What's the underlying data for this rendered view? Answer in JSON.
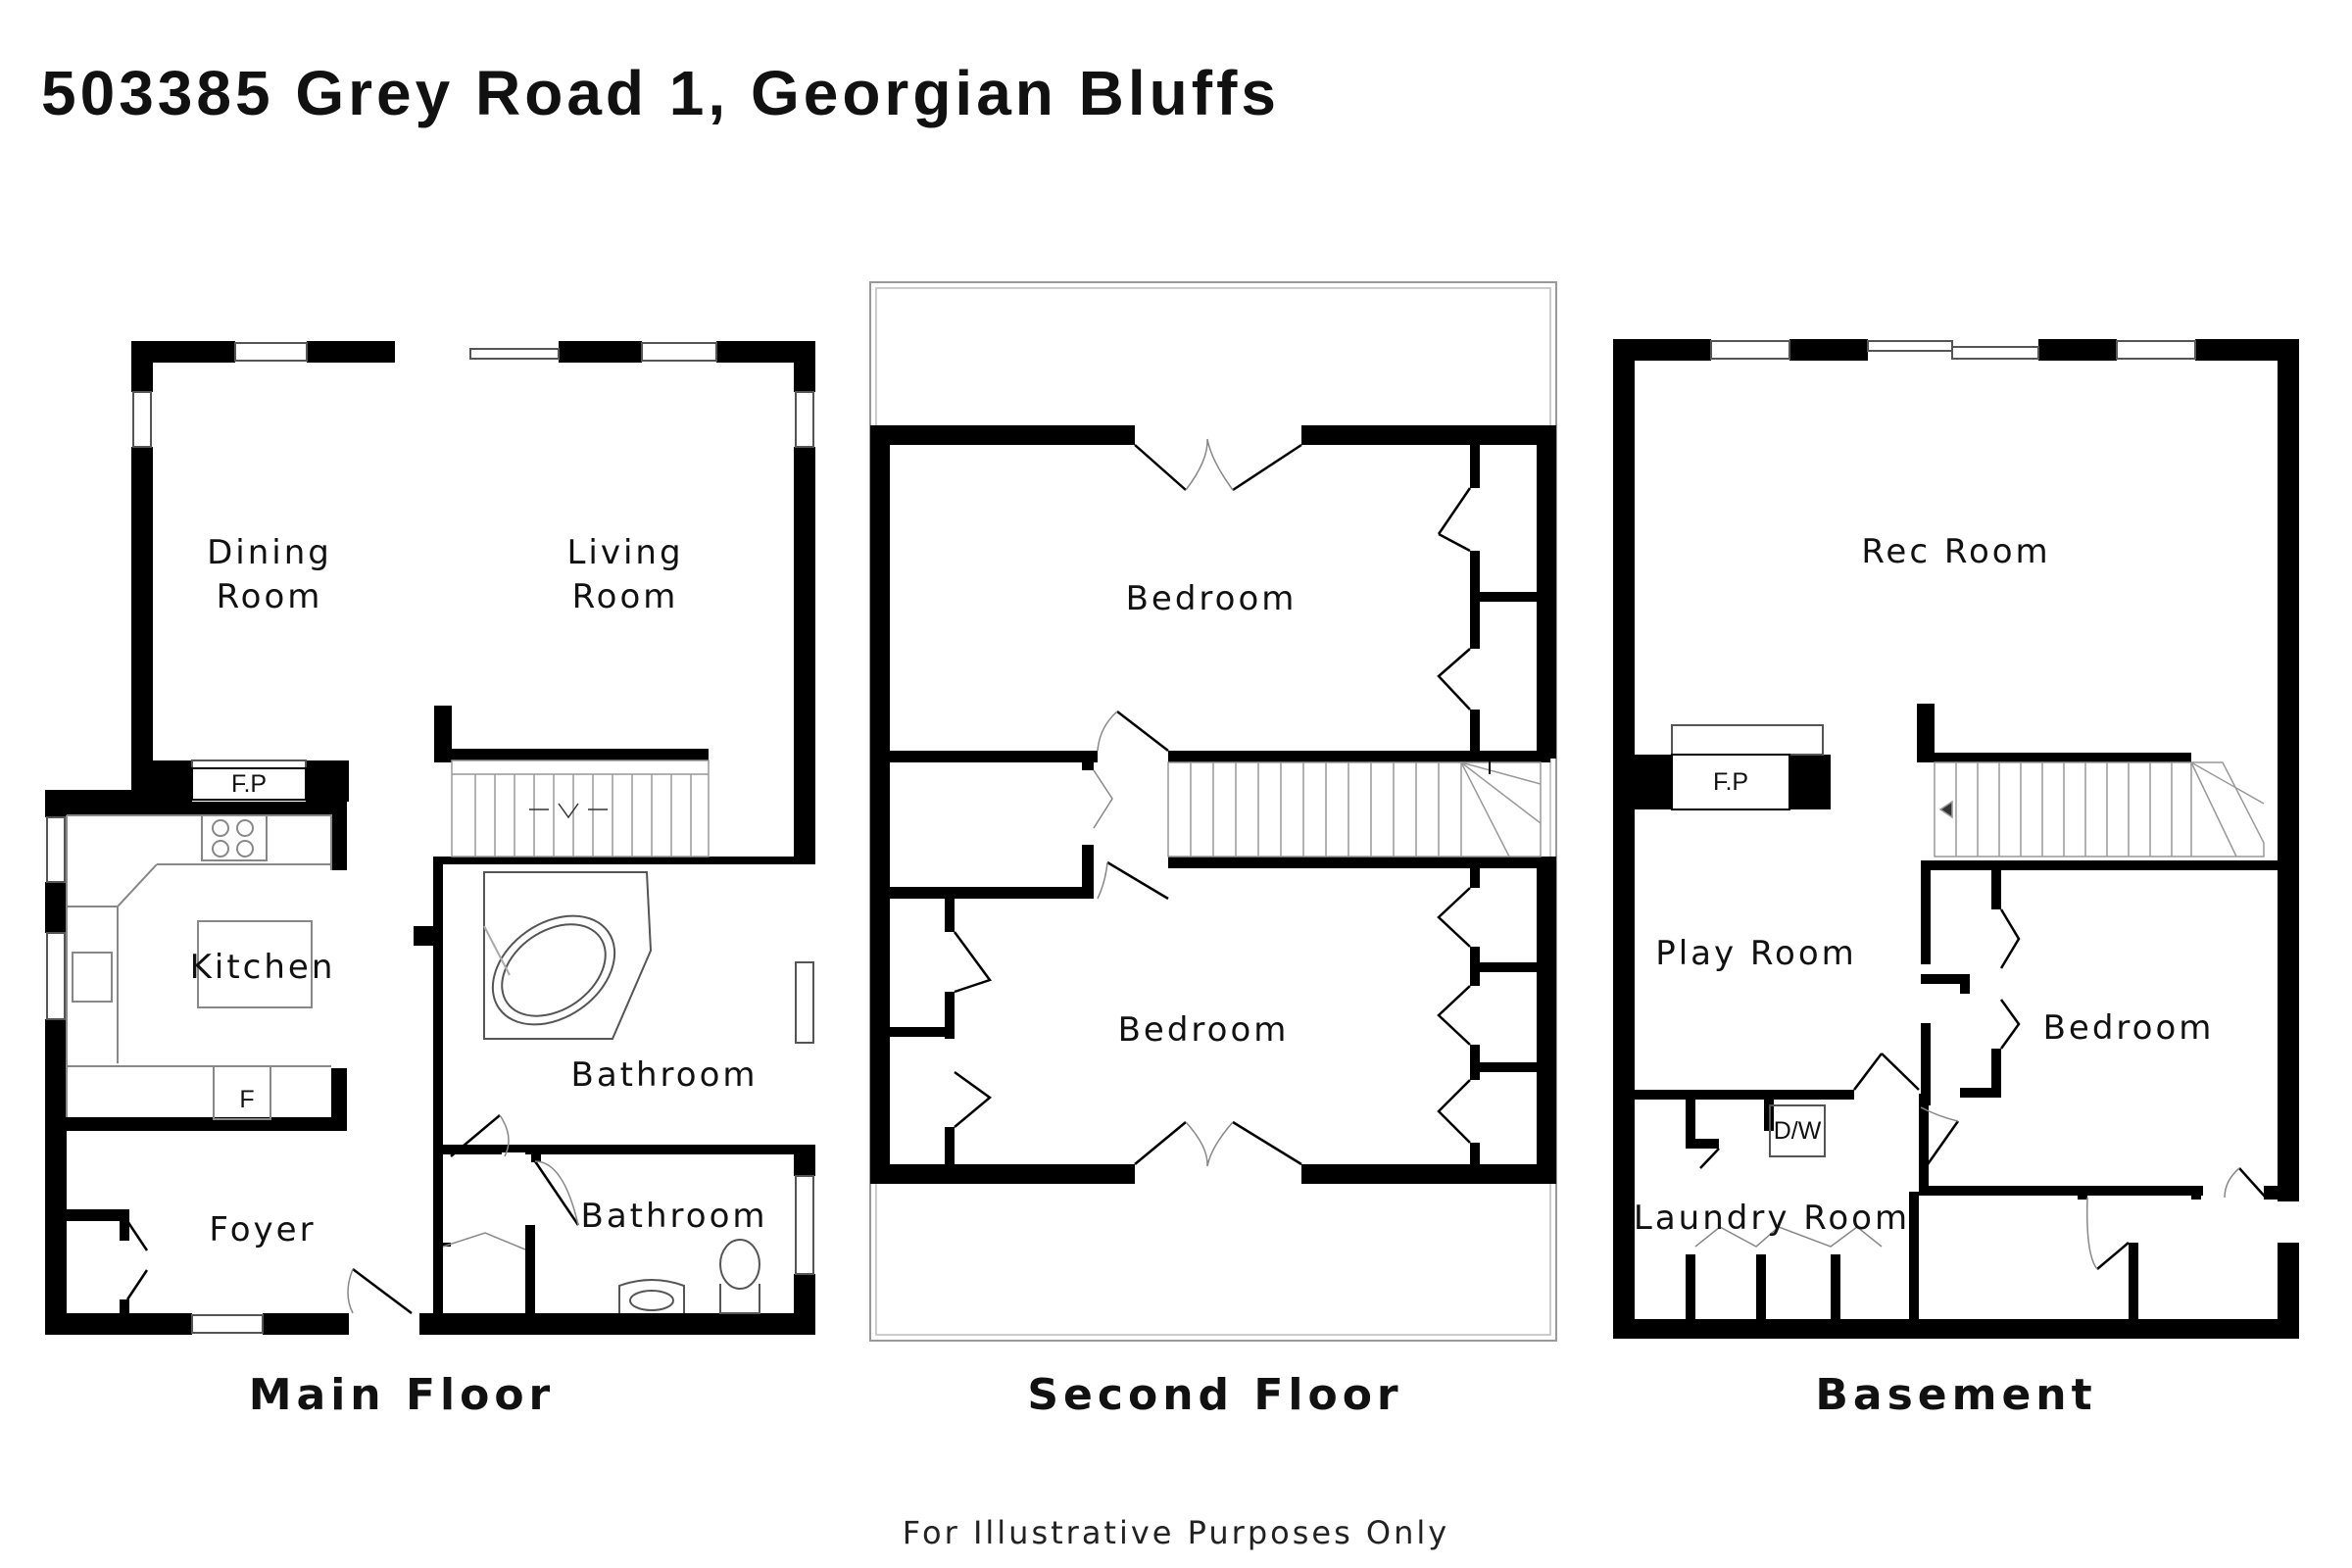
{
  "title": "503385 Grey Road 1, Georgian Bluffs",
  "footer": "For Illustrative Purposes Only",
  "floors": {
    "main": {
      "label": "Main Floor",
      "rooms": {
        "dining_line1": "Dining",
        "dining_line2": "Room",
        "living_line1": "Living",
        "living_line2": "Room",
        "kitchen": "Kitchen",
        "foyer": "Foyer",
        "bathroom_upper": "Bathroom",
        "bathroom_lower": "Bathroom"
      },
      "fixtures": {
        "fireplace": "F.P",
        "fridge": "F"
      }
    },
    "second": {
      "label": "Second Floor",
      "rooms": {
        "bedroom_top": "Bedroom",
        "bedroom_bottom": "Bedroom"
      }
    },
    "basement": {
      "label": "Basement",
      "rooms": {
        "rec_room": "Rec Room",
        "play_room": "Play Room",
        "bedroom": "Bedroom",
        "laundry_room": "Laundry Room"
      },
      "fixtures": {
        "fireplace": "F.P",
        "dishwasher": "D/W"
      }
    }
  },
  "colors": {
    "wall": "#000000",
    "thin_line": "#555555",
    "light_line": "#aaaaaa",
    "text": "#111111"
  }
}
